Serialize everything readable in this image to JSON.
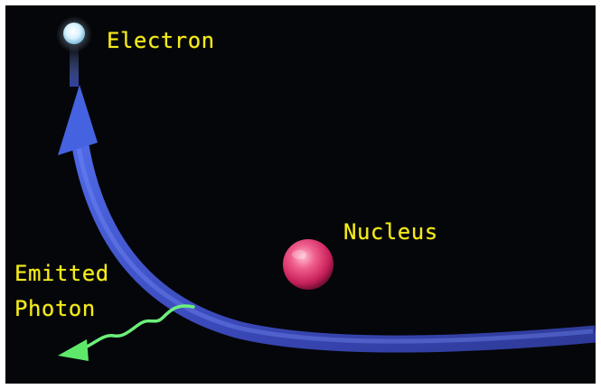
{
  "labels": {
    "electron": "Electron",
    "nucleus": "Nucleus",
    "emitted_photon_line1": "Emitted",
    "emitted_photon_line2": "Photon"
  },
  "colors": {
    "background": "#05060a",
    "label_text": "#f4ec1c",
    "electron": "#e8f6ff",
    "nucleus": "#e23a70",
    "orbit_path": "#3a4fc8",
    "photon": "#5ee86a"
  },
  "icons": {
    "electron": "glowing-sphere",
    "nucleus": "sphere",
    "orbit": "curved-arrow",
    "photon": "wavy-arrow"
  }
}
